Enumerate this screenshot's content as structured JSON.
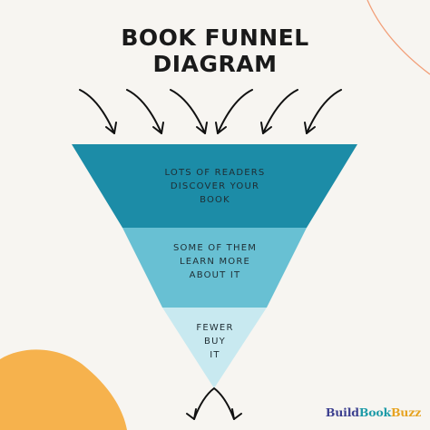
{
  "title": {
    "line1": "BOOK FUNNEL",
    "line2": "DIAGRAM"
  },
  "funnel": {
    "stages": [
      {
        "lines": [
          "LOTS OF READERS",
          "DISCOVER YOUR",
          "BOOK"
        ],
        "color": "#1c8ca7"
      },
      {
        "lines": [
          "SOME OF THEM",
          "LEARN MORE",
          "ABOUT IT"
        ],
        "color": "#68c0d3"
      },
      {
        "lines": [
          "FEWER",
          "BUY",
          "IT"
        ],
        "color": "#c8e9f0"
      }
    ]
  },
  "brand": {
    "part1": "Build",
    "part2": "Book",
    "part3": "Buzz"
  },
  "icons": {
    "input_arrows": "curved-arrow-down-icon",
    "output_arrows": "split-arrow-down-icon"
  },
  "colors": {
    "background": "#f7f5f1",
    "title": "#1a1a1a",
    "accent_orange": "#f6b24d",
    "accent_line": "#f2a07a"
  }
}
